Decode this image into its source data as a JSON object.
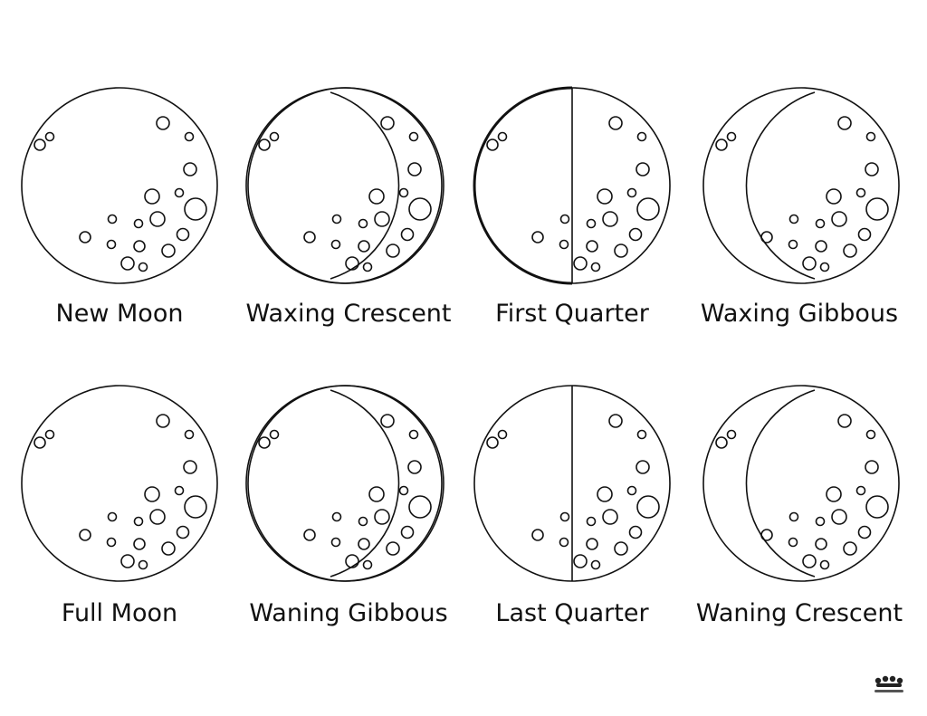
{
  "phases": [
    {
      "label": "New Moon"
    },
    {
      "label": "Waxing Crescent"
    },
    {
      "label": "First Quarter"
    },
    {
      "label": "Waxing Gibbous"
    },
    {
      "label": "Full Moon"
    },
    {
      "label": "Waning Gibbous"
    },
    {
      "label": "Last Quarter"
    },
    {
      "label": "Waning Crescent"
    }
  ],
  "watermark": {
    "text": "printabulls"
  },
  "colors": {
    "line": "#111111",
    "background": "#ffffff"
  }
}
